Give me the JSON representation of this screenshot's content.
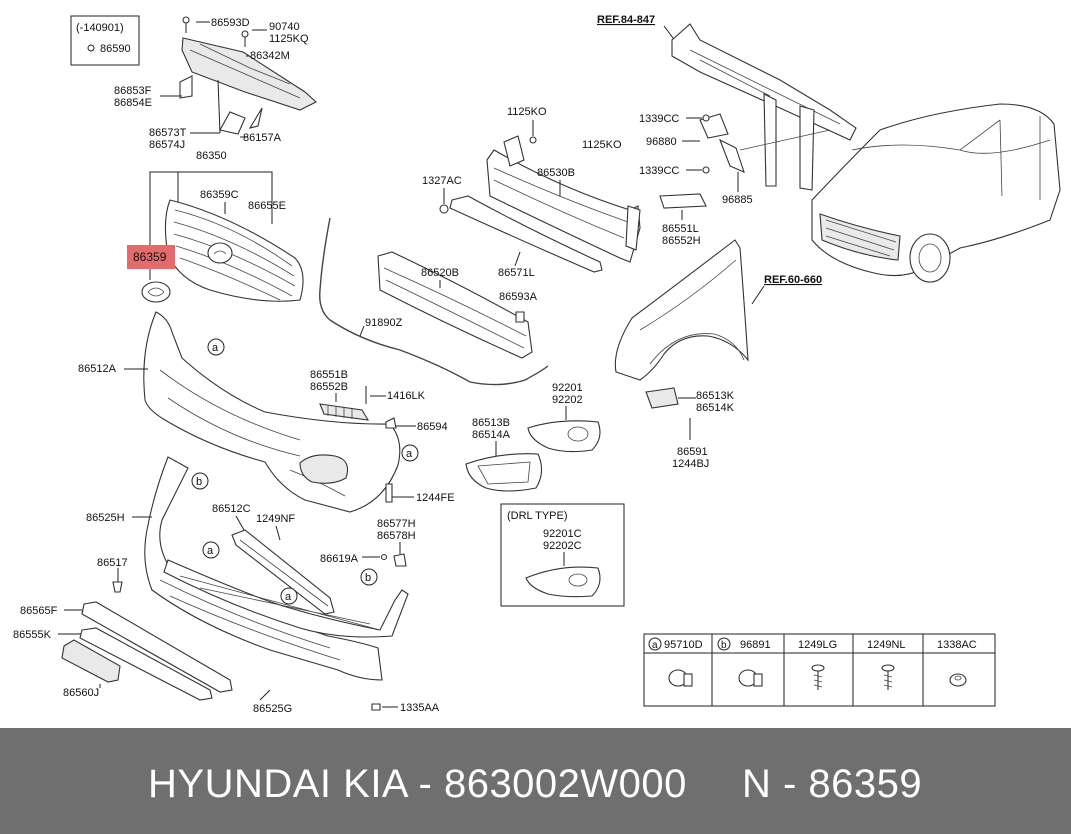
{
  "title_box": {
    "label": "(-140901)",
    "part": "86590"
  },
  "refs": {
    "top": "REF.84-847",
    "fender": "REF.60-660"
  },
  "drl_box": {
    "title": "(DRL TYPE)",
    "p1": "92201C",
    "p2": "92202C"
  },
  "highlight": {
    "part": "86359",
    "color": "#e46b6b"
  },
  "legend": [
    {
      "circle": "a",
      "part": "95710D"
    },
    {
      "circle": "b",
      "part": "96891"
    },
    {
      "circle": "",
      "part": "1249LG"
    },
    {
      "circle": "",
      "part": "1249NL"
    },
    {
      "circle": "",
      "part": "1338AC"
    }
  ],
  "callouts": {
    "c86593D": "86593D",
    "c90740": "90740",
    "c1125KQ": "1125KQ",
    "c86342M": "86342M",
    "c86853F": "86853F",
    "c86854E": "86854E",
    "c86573T": "86573T",
    "c86574J": "86574J",
    "c86157A": "86157A",
    "c86350": "86350",
    "c86359C": "86359C",
    "c86655E": "86655E",
    "c86512A": "86512A",
    "c86525H": "86525H",
    "c86512C": "86512C",
    "c1249NF": "1249NF",
    "c86517": "86517",
    "c86565F": "86565F",
    "c86555K": "86555K",
    "c86560J": "86560J",
    "c86525G": "86525G",
    "c1335AA": "1335AA",
    "c1125KO_a": "1125KO",
    "c1125KO_b": "1125KO",
    "c1327AC": "1327AC",
    "c86530B": "86530B",
    "c86520B": "86520B",
    "c86571L": "86571L",
    "c86593A": "86593A",
    "c91890Z": "91890Z",
    "c86551B": "86551B",
    "c86552B": "86552B",
    "c1416LK": "1416LK",
    "c86594": "86594",
    "c92201": "92201",
    "c92202": "92202",
    "c86513B": "86513B",
    "c86514A": "86514A",
    "c1244FE": "1244FE",
    "c86577H": "86577H",
    "c86578H": "86578H",
    "c86619A": "86619A",
    "c1339CC_a": "1339CC",
    "c96880": "96880",
    "c1339CC_b": "1339CC",
    "c96885": "96885",
    "c86551L": "86551L",
    "c86552H": "86552H",
    "c86513K": "86513K",
    "c86514K": "86514K",
    "c86591": "86591",
    "c1244BJ": "1244BJ"
  },
  "footer": {
    "brand": "HYUNDAI  KIA - 863002W000",
    "part": "N - 86359"
  }
}
